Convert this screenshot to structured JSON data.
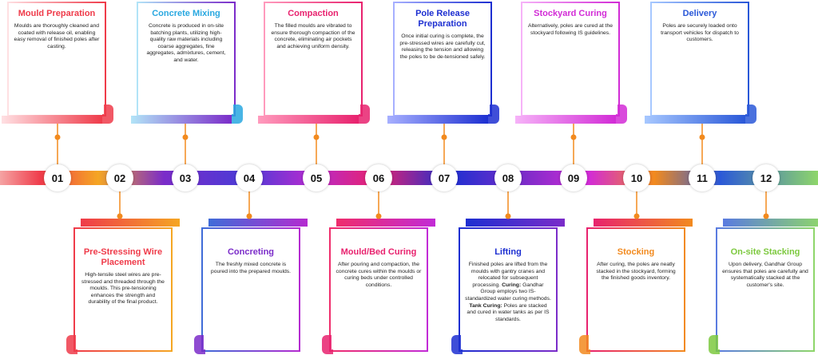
{
  "steps": [
    {
      "num": "01",
      "title": "Mould Preparation",
      "body": "Moulds are thoroughly cleaned and coated with release oil, enabling easy removal of finished poles after casting.",
      "color": "#ef3b4a",
      "position": "top"
    },
    {
      "num": "02",
      "title": "Pre-Stressing Wire Placement",
      "body": "High-tensile steel wires are pre-stressed and threaded through the moulds. This pre-tensioning enhances the strength and durability of the final product.",
      "color": "#ef3b4a",
      "position": "bottom"
    },
    {
      "num": "03",
      "title": "Concrete Mixing",
      "body": "Concrete is produced in on-site batching plants, utilizing high-quality raw materials including coarse aggregates, fine aggregates, admixtures, cement, and water.",
      "color": "#29a8e0",
      "position": "top"
    },
    {
      "num": "04",
      "title": "Concreting",
      "body": "The freshly mixed concrete is poured into the prepared moulds.",
      "color": "#7b2cc9",
      "position": "bottom"
    },
    {
      "num": "05",
      "title": "Compaction",
      "body": "The filled moulds are vibrated to ensure thorough compaction of the concrete, eliminating air pockets and achieving uniform density.",
      "color": "#e8226e",
      "position": "top"
    },
    {
      "num": "06",
      "title": "Mould/Bed Curing",
      "body": "After pouring and compaction, the concrete cures within the moulds or curing beds under controlled conditions.",
      "color": "#e8226e",
      "position": "bottom"
    },
    {
      "num": "07",
      "title": "Pole Release Preparation",
      "body": "Once initial curing is complete, the pre-stressed wires are carefully cut, releasing the tension and allowing the poles to be de-tensioned safely.",
      "color": "#1d2fd1",
      "position": "top"
    },
    {
      "num": "08",
      "title": "Lifting",
      "body": "Finished poles are lifted from the moulds with gantry cranes and relocated for subsequent processing.",
      "body_bold1": "Curing:",
      "body2": "Gandhar Group employs two IS-standardized water curing methods.",
      "body_bold2": "Tank Curing:",
      "body3": "Poles are stacked and cured in water tanks as per IS standards.",
      "color": "#1d2fd1",
      "position": "bottom"
    },
    {
      "num": "09",
      "title": "Stockyard Curing",
      "body": "Alternatively, poles are cured at the stockyard following IS guidelines.",
      "color": "#d22bd6",
      "position": "top"
    },
    {
      "num": "10",
      "title": "Stocking",
      "body": "After curing, the poles are neatly stacked in the stockyard, forming the finished goods inventory.",
      "color": "#f28a1e",
      "position": "bottom"
    },
    {
      "num": "11",
      "title": "Delivery",
      "body": "Poles are securely loaded onto transport vehicles for dispatch to customers.",
      "color": "#2a58d8",
      "position": "top"
    },
    {
      "num": "12",
      "title": "On-site Stacking",
      "body": "Upon delivery, Gandhar Group ensures that poles are carefully and systematically stacked at the customer's site.",
      "color": "#7dc93f",
      "position": "bottom"
    }
  ]
}
